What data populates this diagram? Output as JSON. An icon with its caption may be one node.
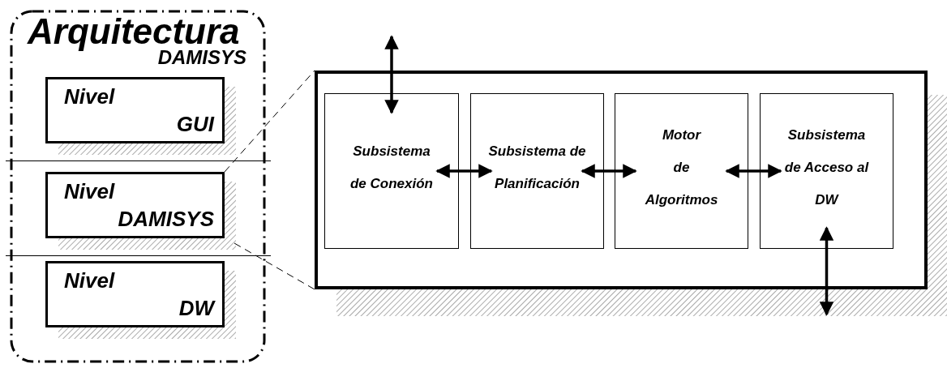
{
  "diagram": {
    "nodes": [
      {
        "text": [
          "Arquitectura",
          "DAMISYS"
        ]
      },
      {
        "text": [
          "Nivel",
          "GUI"
        ],
        "in": 0
      },
      {
        "text": [
          "Nivel",
          "DAMISYS"
        ],
        "in": 0
      },
      {
        "text": [
          "Nivel",
          "DW"
        ],
        "in": 0
      },
      {
        "text": [],
        "shape": "box"
      },
      {
        "text": [
          "Subsistema de Conexión"
        ],
        "in": 4
      },
      {
        "text": [
          "Subsistema de Planificación"
        ],
        "in": 4
      },
      {
        "text": [
          "Motor de Algoritmos"
        ],
        "in": 4
      },
      {
        "text": [
          "Subsistema de Acceso al DW"
        ],
        "in": 4
      }
    ],
    "edges": [
      {
        "from": 2,
        "to": 4,
        "arrow": "none",
        "style": "dashed"
      },
      {
        "from": 2,
        "to": 4,
        "arrow": "none",
        "style": "dashed"
      },
      {
        "from": null,
        "to": 5,
        "arrow": "both"
      },
      {
        "from": 5,
        "to": 6,
        "arrow": "both"
      },
      {
        "from": 6,
        "to": 7,
        "arrow": "both"
      },
      {
        "from": 7,
        "to": 8,
        "arrow": "both"
      },
      {
        "from": 8,
        "to": null,
        "arrow": "both"
      }
    ]
  }
}
